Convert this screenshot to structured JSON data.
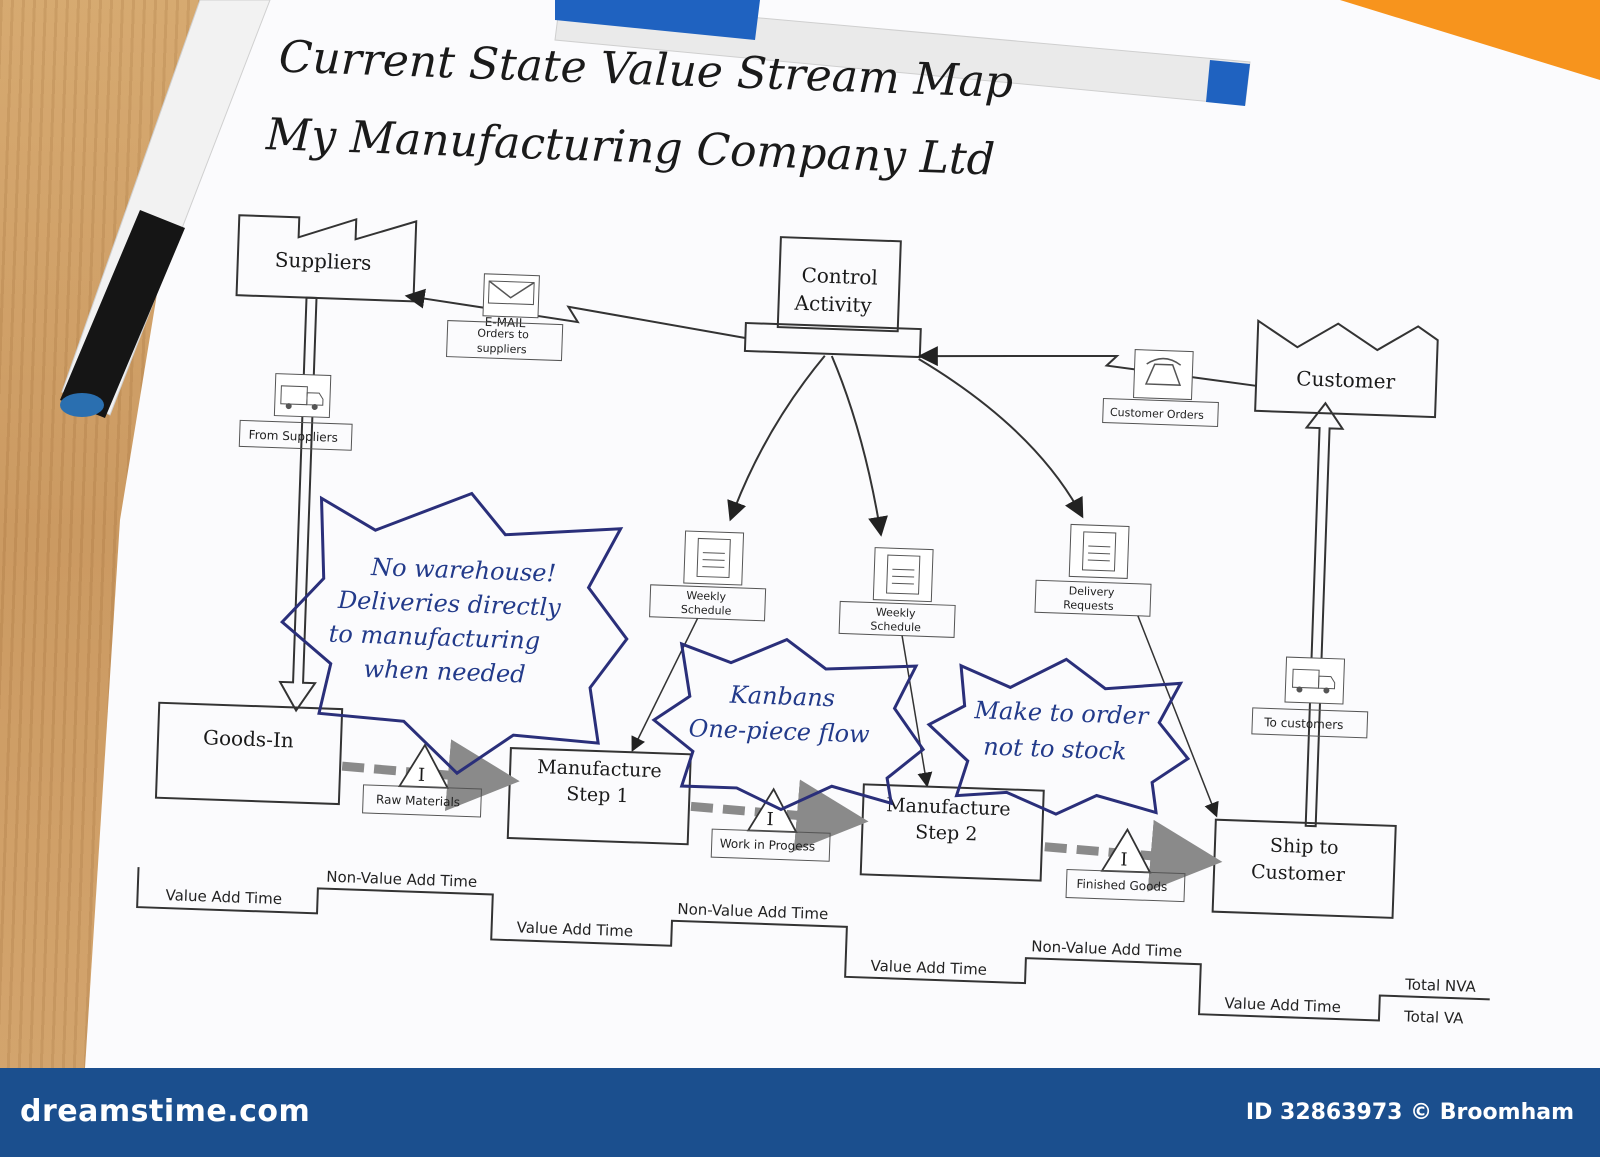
{
  "diagram": {
    "title_line1": "Current State Value Stream Map",
    "title_line2": "My Manufacturing Company Ltd",
    "suppliers": "Suppliers",
    "control_line1": "Control",
    "control_line2": "Activity",
    "customer": "Customer",
    "email_label": "E-MAIL",
    "orders_to_suppliers_line1": "Orders to",
    "orders_to_suppliers_line2": "suppliers",
    "customer_orders": "Customer Orders",
    "from_suppliers": "From Suppliers",
    "to_customers": "To customers",
    "weekly_schedule_line1": "Weekly",
    "weekly_schedule_line2": "Schedule",
    "delivery_requests_line1": "Delivery",
    "delivery_requests_line2": "Requests",
    "callout_warehouse": [
      "No warehouse!",
      "Deliveries directly",
      "to manufacturing",
      "when needed"
    ],
    "callout_kanban": [
      "Kanbans",
      "One-piece flow"
    ],
    "callout_order": [
      "Make to order",
      "not to stock"
    ],
    "goods_in": "Goods-In",
    "manufacture_step1_line1": "Manufacture",
    "manufacture_step1_line2": "Step 1",
    "manufacture_step2_line1": "Manufacture",
    "manufacture_step2_line2": "Step 2",
    "ship_line1": "Ship to",
    "ship_line2": "Customer",
    "inventory_symbol": "I",
    "raw_materials": "Raw Materials",
    "work_in_progress": "Work in Progess",
    "finished_goods": "Finished Goods",
    "value_add_time": "Value Add Time",
    "non_value_add_time": "Non-Value Add Time",
    "total_nva": "Total NVA",
    "total_va": "Total VA"
  },
  "footer": {
    "brand": "dreamstime.com",
    "credit": "ID 32863973 © Broomham"
  },
  "colors": {
    "footer_bg": "#1b4f8e",
    "callout_stroke": "#2a2f7a",
    "postit": "#f7941d"
  }
}
